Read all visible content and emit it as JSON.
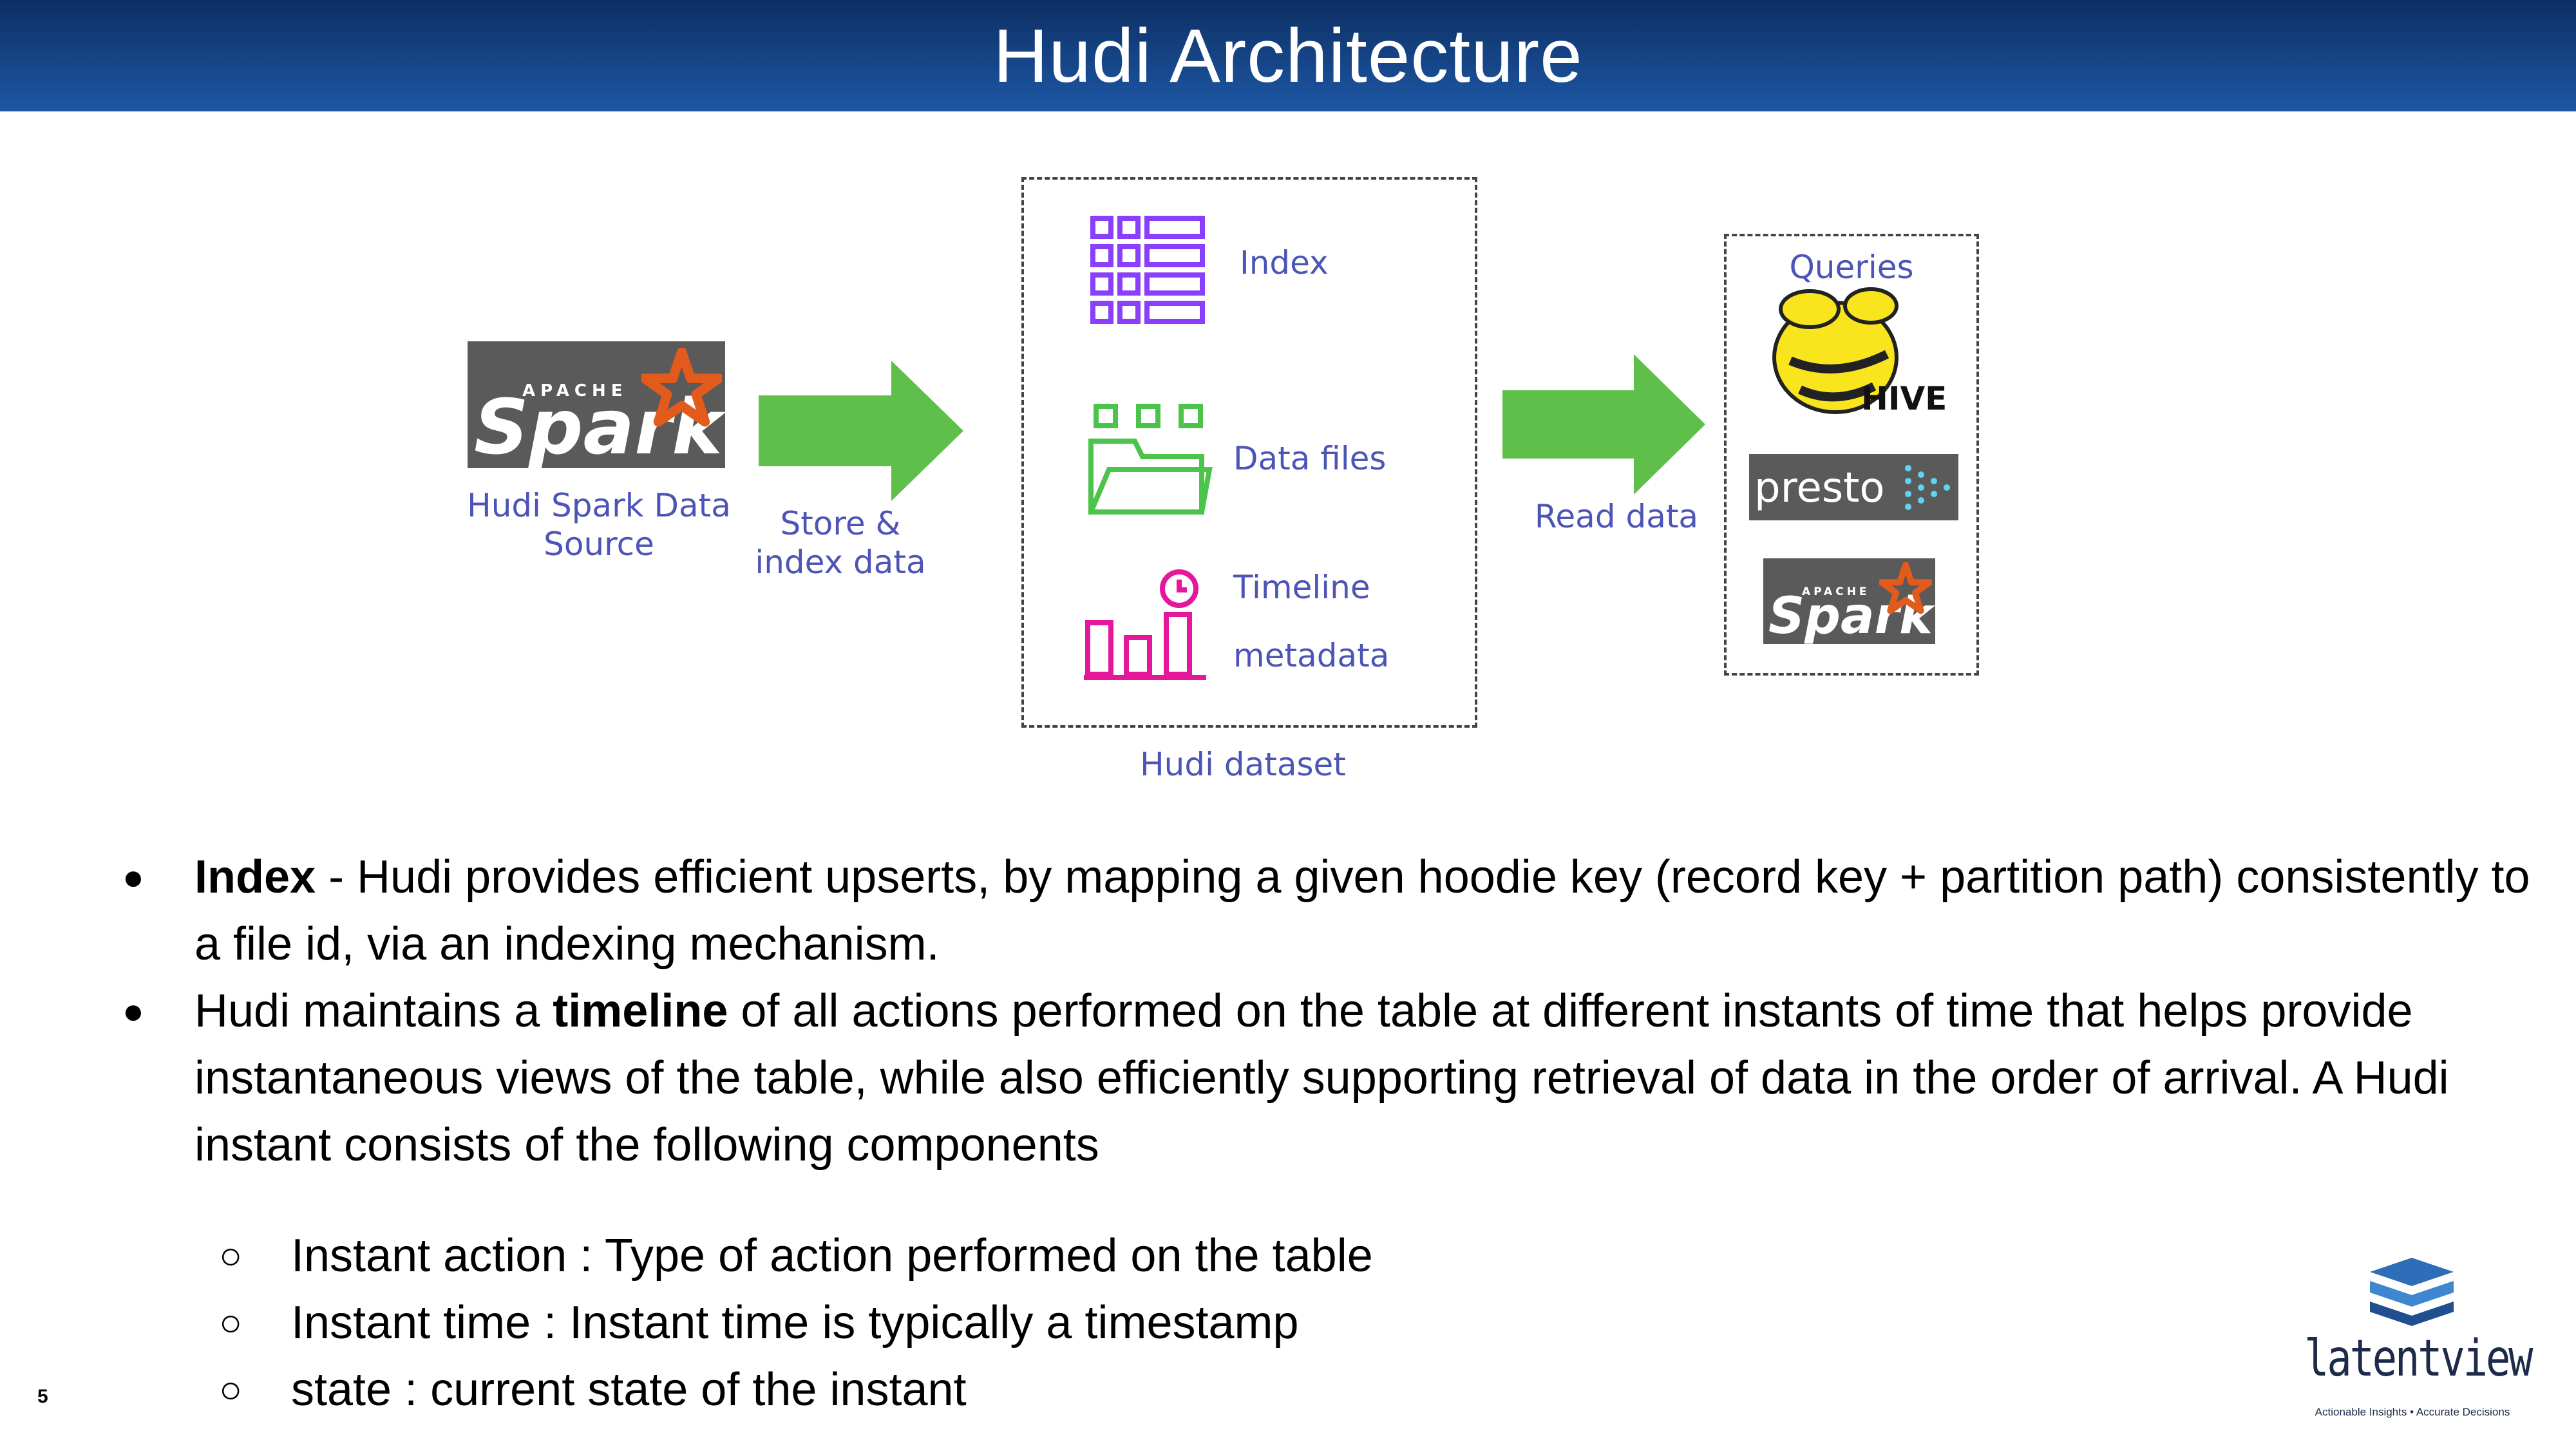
{
  "slide": {
    "title": "Hudi Architecture",
    "page_number": "5"
  },
  "diagram": {
    "spark_logo": {
      "apache": "APACHE",
      "name": "Spark"
    },
    "source_label": "Hudi Spark Data Source",
    "store_arrow_label": "Store & index data",
    "dataset_items": {
      "index": "Index",
      "data_files": "Data files",
      "timeline_line1": "Timeline",
      "timeline_line2": "metadata"
    },
    "dataset_label": "Hudi dataset",
    "read_arrow_label": "Read data",
    "queries_title": "Queries",
    "hive_logo": "HIVE",
    "presto_logo": "presto",
    "spark_logo_small": {
      "apache": "APACHE",
      "name": "Spark"
    }
  },
  "bullets": {
    "item1": {
      "bold": "Index",
      "text": " - Hudi provides efficient upserts, by mapping a given hoodie key (record key + partition path) consistently to a file id, via an indexing mechanism."
    },
    "item2": {
      "before": "Hudi maintains a ",
      "bold": "timeline",
      "after": " of all actions performed on the table at different instants of time that helps provide instantaneous views of the table, while also efficiently supporting retrieval of data in the order of arrival. A Hudi instant consists of the following components"
    },
    "sub_items": [
      "Instant action : Type of action performed on the table",
      "Instant time : Instant time is typically a timestamp",
      "state : current state of the instant"
    ],
    "bullet_glyph": "●",
    "sub_bullet_glyph": "○"
  },
  "branding": {
    "logo_text": "latentview",
    "tagline": "Actionable Insights • Accurate Decisions"
  },
  "colors": {
    "header_dark": "#0d2f63",
    "header_light": "#1d57a4",
    "diagram_text": "#4c55b5",
    "arrow_green": "#5ec04a",
    "index_purple": "#8a3ffc",
    "datafiles_green": "#4cc34a",
    "timeline_pink": "#e5179b",
    "spark_orange": "#e25a1c"
  }
}
